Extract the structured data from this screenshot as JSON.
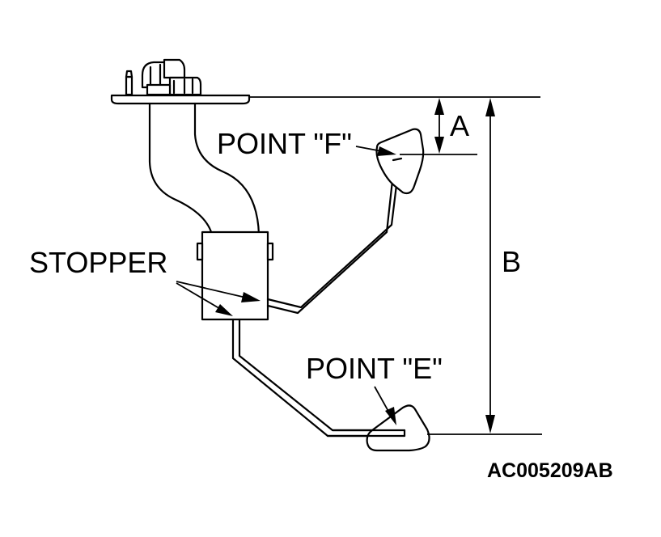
{
  "labels": {
    "point_f": "POINT \"F\"",
    "point_e": "POINT \"E\"",
    "stopper": "STOPPER",
    "dim_a": "A",
    "dim_b": "B",
    "figure_code": "AC005209AB"
  },
  "colors": {
    "line": "#000000",
    "background": "#ffffff"
  }
}
